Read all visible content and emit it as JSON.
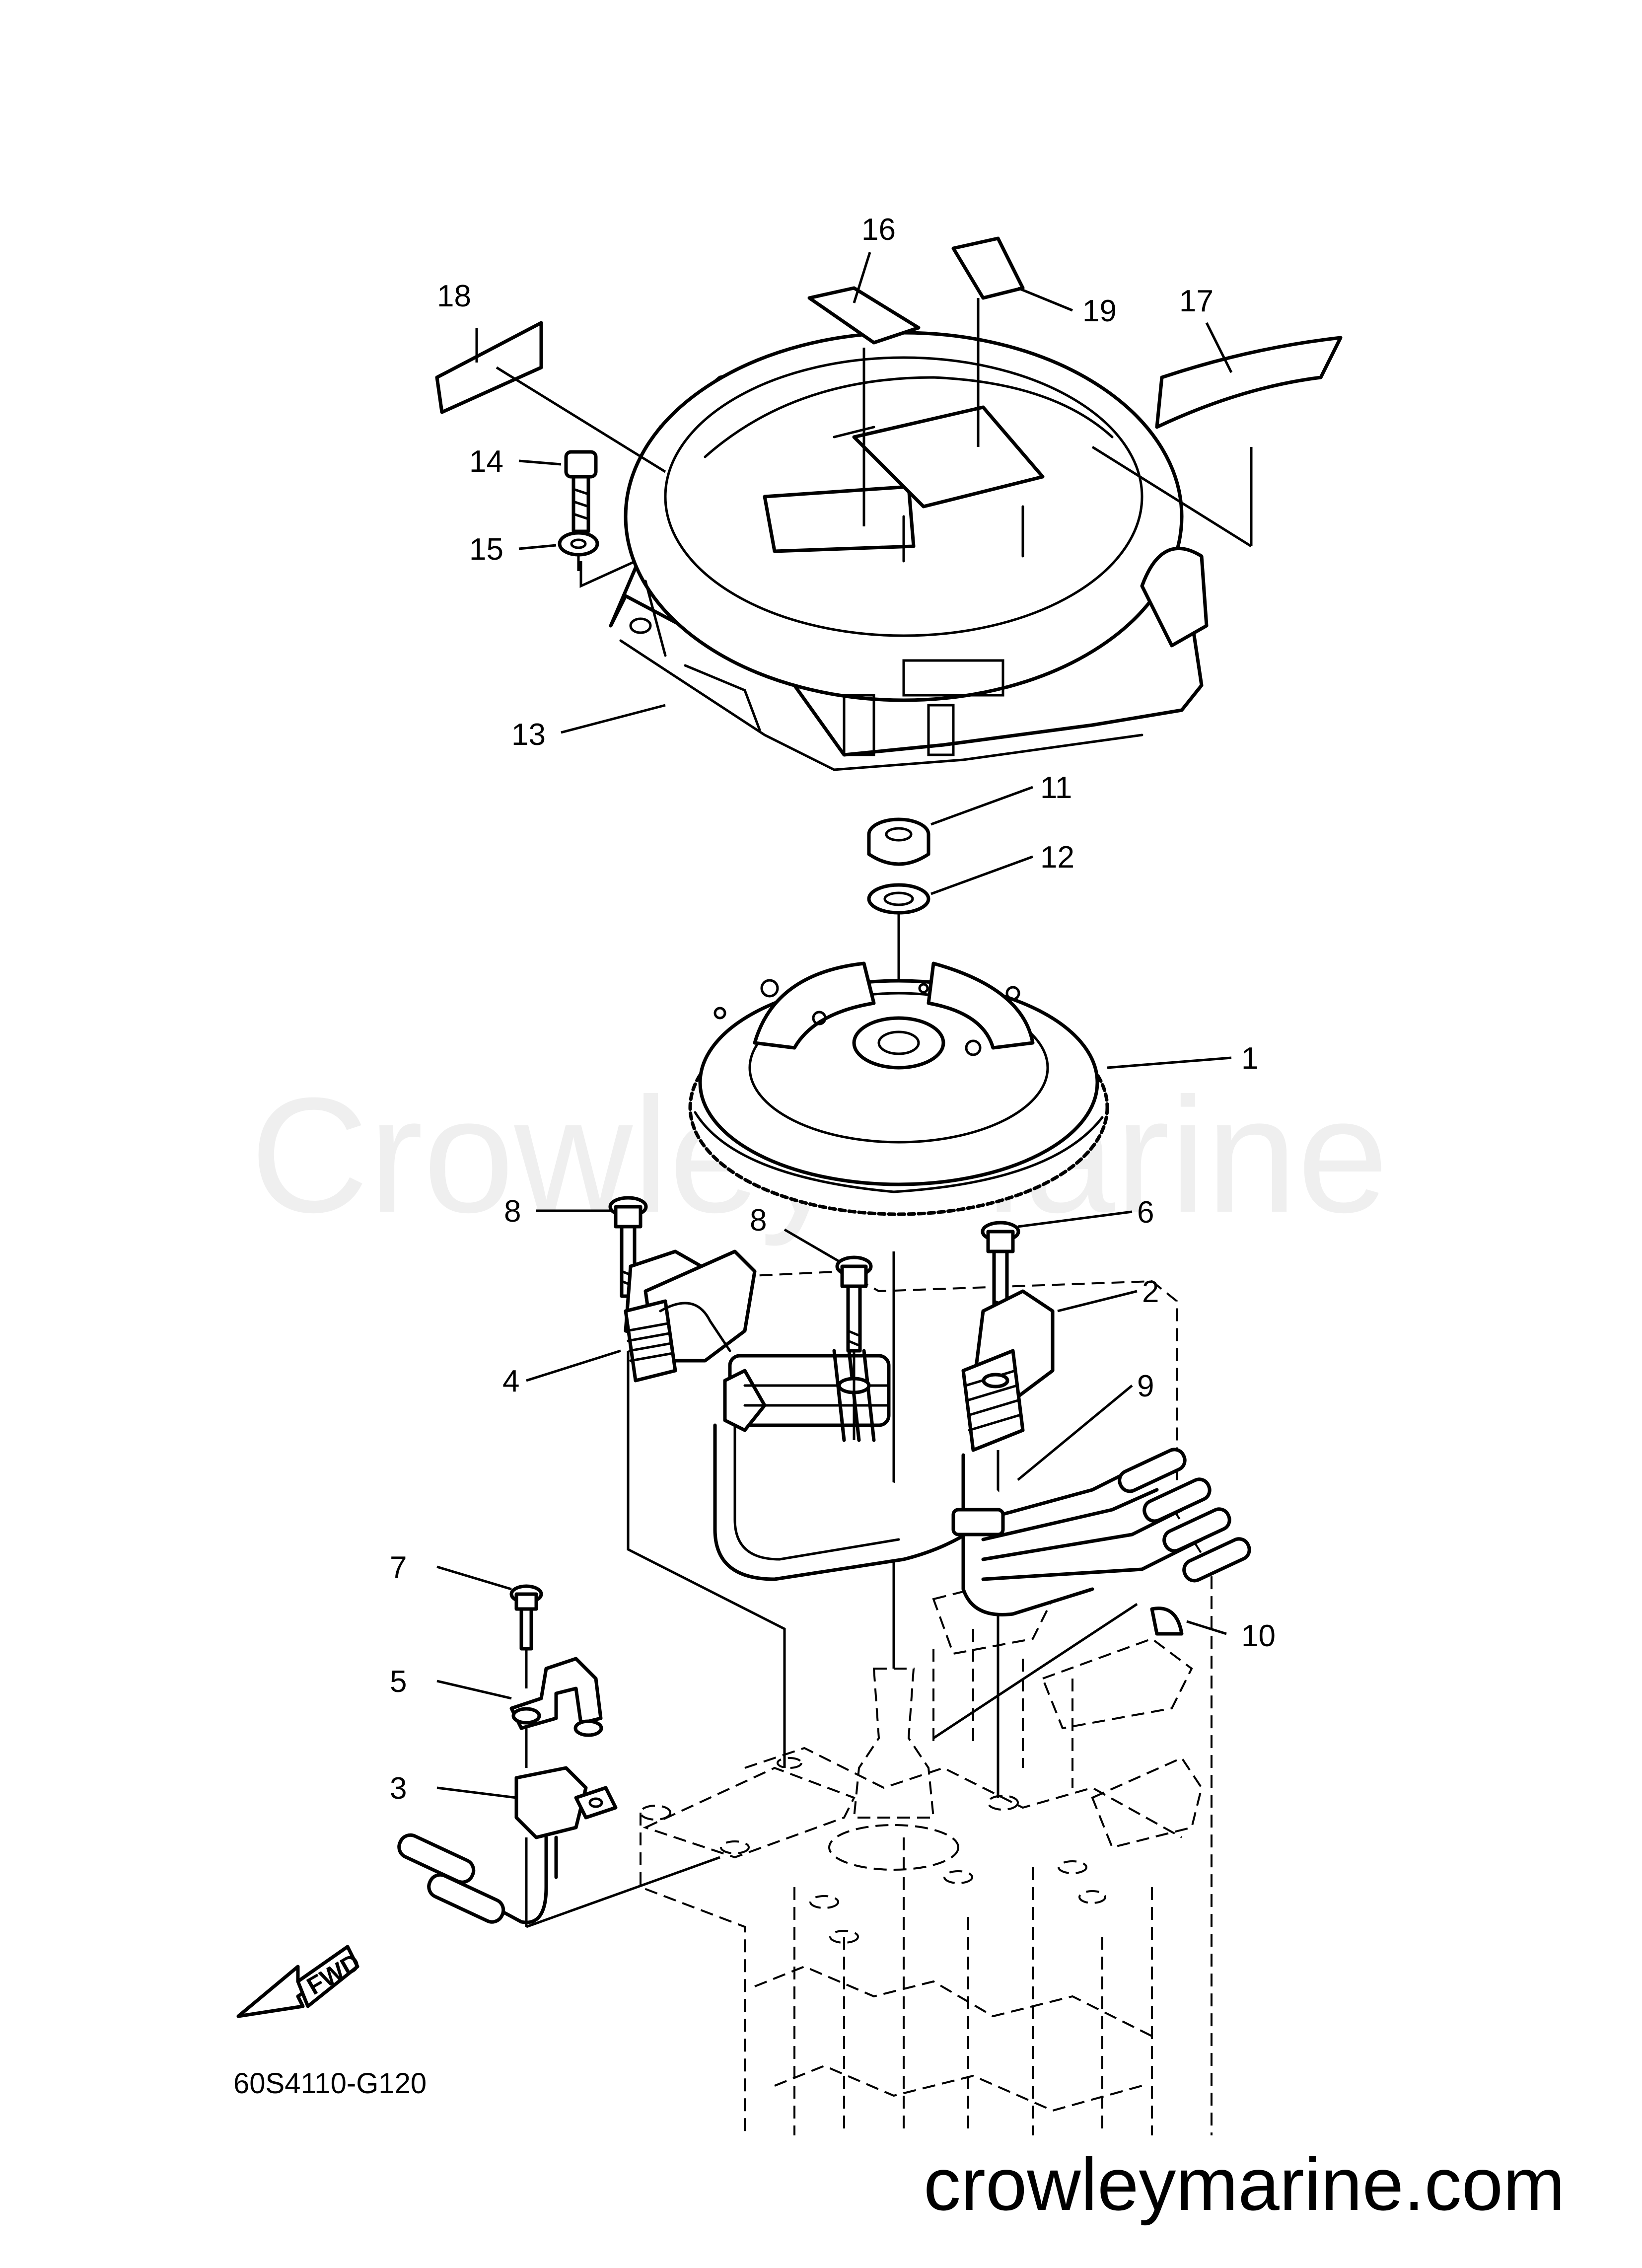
{
  "diagram": {
    "part_code": "60S4110-G120",
    "watermark": "Crowley Marine",
    "website": "crowleymarine.com",
    "fwd_arrow_label": "FWD",
    "callouts": {
      "c1": "1",
      "c2": "2",
      "c3": "3",
      "c4": "4",
      "c5": "5",
      "c6": "6",
      "c7": "7",
      "c8a": "8",
      "c8b": "8",
      "c9": "9",
      "c10": "10",
      "c11": "11",
      "c12": "12",
      "c13": "13",
      "c14": "14",
      "c15": "15",
      "c16": "16",
      "c17": "17",
      "c18": "18",
      "c19": "19"
    }
  }
}
